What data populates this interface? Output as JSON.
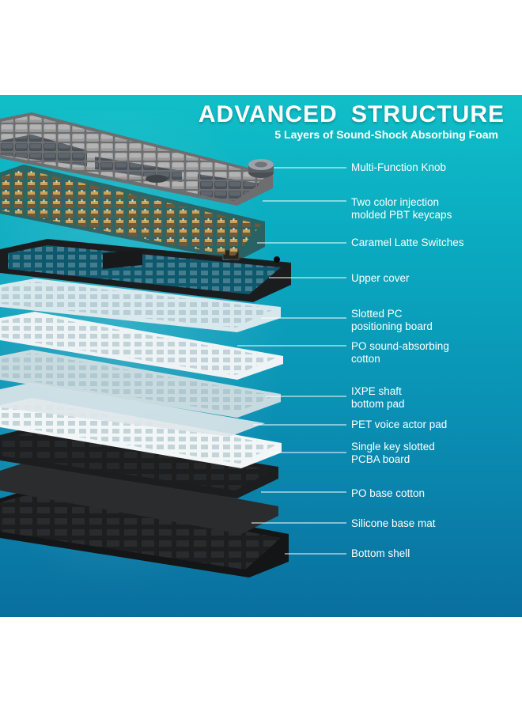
{
  "header": {
    "title": "ADVANCED  STRUCTURE",
    "subtitle": "5 Layers of Sound-Shock Absorbing Foam"
  },
  "callouts": [
    {
      "lines": [
        "Multi-Function Knob"
      ]
    },
    {
      "lines": [
        "Two color injection",
        "molded PBT keycaps"
      ]
    },
    {
      "lines": [
        "Caramel Latte Switches"
      ]
    },
    {
      "lines": [
        "Upper cover"
      ]
    },
    {
      "lines": [
        "Slotted PC",
        "positioning board"
      ]
    },
    {
      "lines": [
        "PO sound-absorbing",
        "cotton"
      ]
    },
    {
      "lines": [
        "IXPE shaft",
        "bottom pad"
      ]
    },
    {
      "lines": [
        "PET voice actor pad"
      ]
    },
    {
      "lines": [
        "Single key slotted",
        "PCBA board"
      ]
    },
    {
      "lines": [
        "PO base cotton"
      ]
    },
    {
      "lines": [
        "Silicone base mat"
      ]
    },
    {
      "lines": [
        "Bottom shell"
      ]
    }
  ],
  "colors": {
    "background_top": "#10bfc8",
    "background_bottom": "#0a6f9e",
    "keycap_gray": "#8c8c8c",
    "keycap_dark": "#4a4f55",
    "switch_caramel": "#b08a4a",
    "frame_black": "#1a1a1a",
    "plate_white": "#eaf1f3"
  }
}
